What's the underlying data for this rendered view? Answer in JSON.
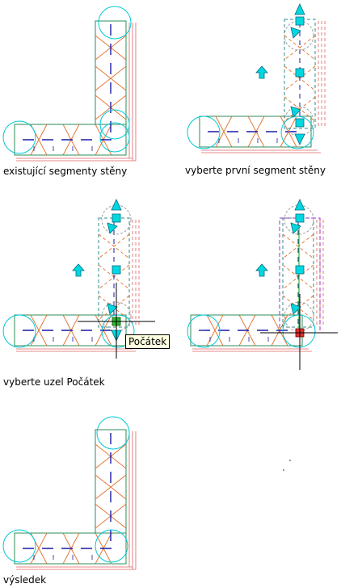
{
  "captions": {
    "existing": "existující segmenty stěny",
    "select_first": "vyberte první segment stěny",
    "select_node": "vyberte uzel Počátek",
    "result": "výsledek"
  },
  "tooltip": {
    "origin": "Počátek"
  },
  "colors": {
    "wall_outline": "#2e8b57",
    "hatch": "#e0702a",
    "cyan": "#00c8d8",
    "axis": "#1a1aa8",
    "grip_fill": "#00d8e0",
    "grip_selected": "#2eb82e",
    "grip_hot": "#e03030",
    "highlight": "#9b30c8"
  }
}
